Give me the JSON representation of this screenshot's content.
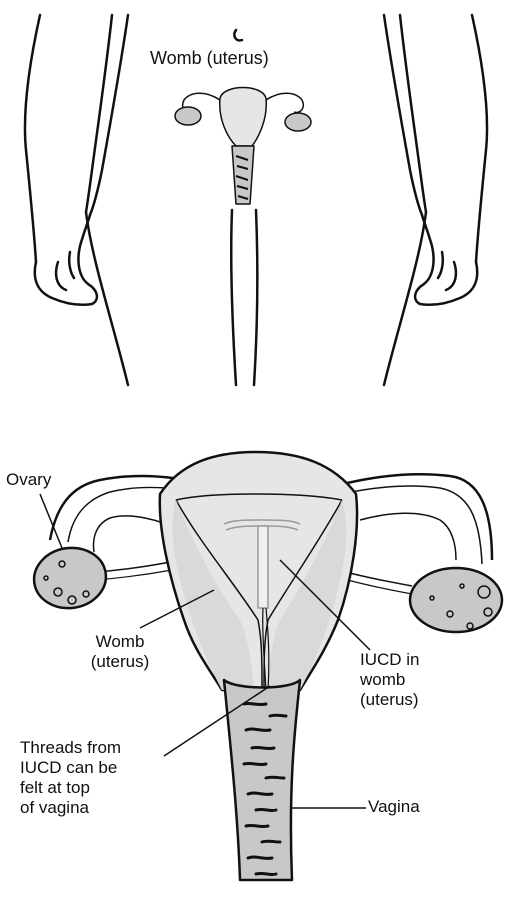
{
  "labels": {
    "womb_top": "Womb (uterus)",
    "ovary": "Ovary",
    "womb_bottom": [
      "Womb",
      "(uterus)"
    ],
    "iucd": [
      "IUCD in",
      "womb",
      "(uterus)"
    ],
    "threads": [
      "Threads from",
      "IUCD can be",
      "felt at top",
      "of vagina"
    ],
    "vagina": "Vagina"
  },
  "colors": {
    "line": "#111111",
    "uterus_fill": "#e6e6e6",
    "ovary_fill": "#c8c8c8",
    "vagina_fill": "#c8c8c8"
  }
}
